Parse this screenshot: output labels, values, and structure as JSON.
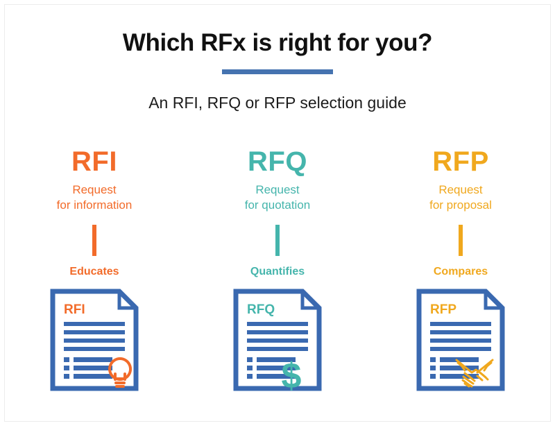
{
  "page": {
    "background_color": "#ffffff",
    "frame_border_color": "#ececec"
  },
  "header": {
    "title": "Which RFx is right for you?",
    "subtitle": "An RFI, RFQ or RFP selection guide",
    "rule_color": "#4573b0",
    "title_color": "#111111",
    "subtitle_color": "#1c1c1c"
  },
  "palette": {
    "rfi_orange": "#F26B2A",
    "rfq_teal": "#45B5AC",
    "rfp_gold": "#F0A81E",
    "document_blue": "#3A69B0",
    "document_fill": "#ffffff"
  },
  "columns": [
    {
      "code": "RFI",
      "expand_line1": "Request",
      "expand_line2": "for information",
      "verb": "Educates",
      "accent": "#F26B2A",
      "doc_label": "RFI",
      "doc_icon": "lightbulb-icon",
      "doc_full_lines": 4,
      "doc_bullet_lines": 3
    },
    {
      "code": "RFQ",
      "expand_line1": "Request",
      "expand_line2": "for quotation",
      "verb": "Quantifies",
      "accent": "#45B5AC",
      "doc_label": "RFQ",
      "doc_icon": "dollar-sign-icon",
      "doc_full_lines": 4,
      "doc_bullet_lines": 3
    },
    {
      "code": "RFP",
      "expand_line1": "Request",
      "expand_line2": "for proposal",
      "verb": "Compares",
      "accent": "#F0A81E",
      "doc_label": "RFP",
      "doc_icon": "handshake-icon",
      "doc_full_lines": 4,
      "doc_bullet_lines": 3
    }
  ]
}
